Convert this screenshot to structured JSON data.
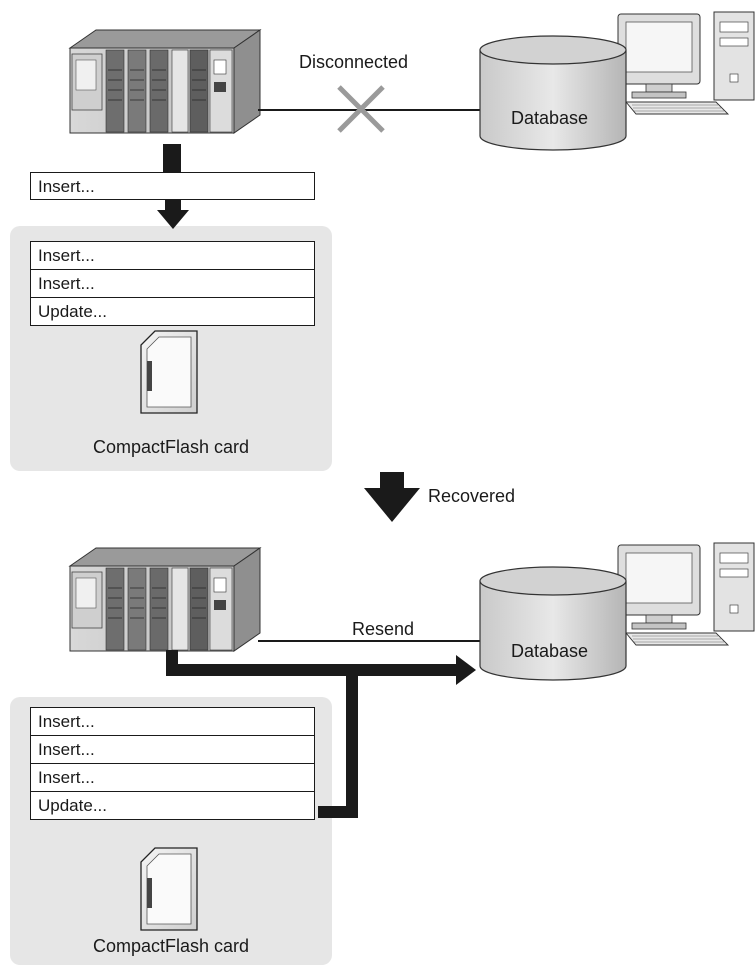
{
  "top": {
    "status_label": "Disconnected",
    "database_label": "Database",
    "single_record": "Insert...",
    "buffered_records": [
      "Insert...",
      "Insert...",
      "Update..."
    ],
    "storage_label": "CompactFlash card"
  },
  "transition": {
    "label": "Recovered"
  },
  "bottom": {
    "resend_label": "Resend",
    "database_label": "Database",
    "buffered_records": [
      "Insert...",
      "Insert...",
      "Insert...",
      "Update..."
    ],
    "storage_label": "CompactFlash card"
  }
}
